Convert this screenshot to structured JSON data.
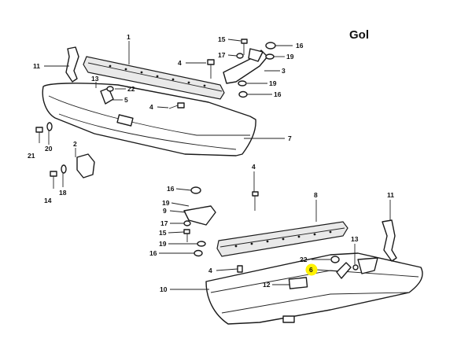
{
  "title": "Gol",
  "highlight_color": "#fff200",
  "highlighted_label": "6",
  "callouts": [
    {
      "id": "c1",
      "text": "1"
    },
    {
      "id": "c15a",
      "text": "15"
    },
    {
      "id": "c16a",
      "text": "16"
    },
    {
      "id": "c11a",
      "text": "11"
    },
    {
      "id": "c4a",
      "text": "4"
    },
    {
      "id": "c17a",
      "text": "17"
    },
    {
      "id": "c19a",
      "text": "19"
    },
    {
      "id": "c3",
      "text": "3"
    },
    {
      "id": "c13a",
      "text": "13"
    },
    {
      "id": "c22a",
      "text": "22"
    },
    {
      "id": "c19b",
      "text": "19"
    },
    {
      "id": "c16b",
      "text": "16"
    },
    {
      "id": "c5",
      "text": "5"
    },
    {
      "id": "c4b",
      "text": "4"
    },
    {
      "id": "c7",
      "text": "7"
    },
    {
      "id": "c20",
      "text": "20"
    },
    {
      "id": "c21",
      "text": "21"
    },
    {
      "id": "c2",
      "text": "2"
    },
    {
      "id": "c14",
      "text": "14"
    },
    {
      "id": "c18",
      "text": "18"
    },
    {
      "id": "c4c",
      "text": "4"
    },
    {
      "id": "c16c",
      "text": "16"
    },
    {
      "id": "c8",
      "text": "8"
    },
    {
      "id": "c11b",
      "text": "11"
    },
    {
      "id": "c19c",
      "text": "19"
    },
    {
      "id": "c9",
      "text": "9"
    },
    {
      "id": "c17b",
      "text": "17"
    },
    {
      "id": "c15b",
      "text": "15"
    },
    {
      "id": "c19d",
      "text": "19"
    },
    {
      "id": "c16d",
      "text": "16"
    },
    {
      "id": "c13b",
      "text": "13"
    },
    {
      "id": "c22b",
      "text": "22"
    },
    {
      "id": "c6",
      "text": "6"
    },
    {
      "id": "c4d",
      "text": "4"
    },
    {
      "id": "c12",
      "text": "12"
    },
    {
      "id": "c10",
      "text": "10"
    }
  ]
}
